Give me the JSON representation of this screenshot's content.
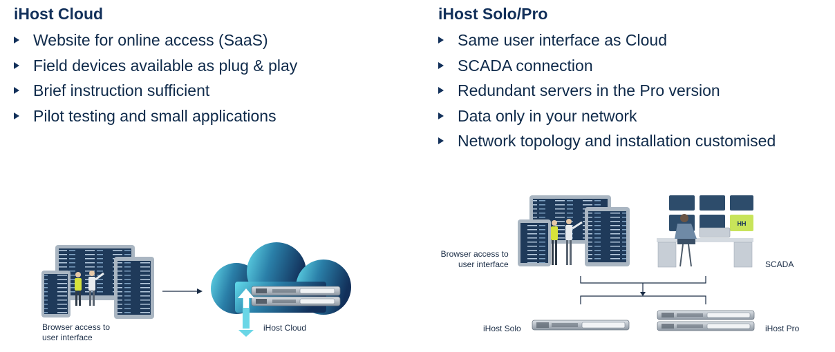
{
  "left": {
    "title": "iHost Cloud",
    "items": [
      "Website for online access (SaaS)",
      "Field devices available as plug & play",
      "Brief instruction sufficient",
      "Pilot testing and small applications"
    ]
  },
  "right": {
    "title": "iHost Solo/Pro",
    "items": [
      "Same user interface as Cloud",
      "SCADA connection",
      "Redundant servers in the Pro version",
      "Data only in your network",
      "Network topology and installation customised"
    ]
  },
  "diagram": {
    "left_browser_label_1": "Browser access to",
    "left_browser_label_2": "user interface",
    "cloud_label": "iHost Cloud",
    "right_browser_label_1": "Browser access to",
    "right_browser_label_2": "user interface",
    "scada_label": "SCADA",
    "solo_label": "iHost Solo",
    "pro_label": "iHost Pro",
    "hh_logo_text": "HH"
  },
  "colors": {
    "heading": "#12305a",
    "text": "#0f2a4a",
    "screen": "#44607e",
    "cloud_dark": "#12305a",
    "cloud_light": "#5fd8ea",
    "arrow_light": "#6ad6e6",
    "server": "#9aa4ae",
    "logo_green": "#c8e45a"
  }
}
